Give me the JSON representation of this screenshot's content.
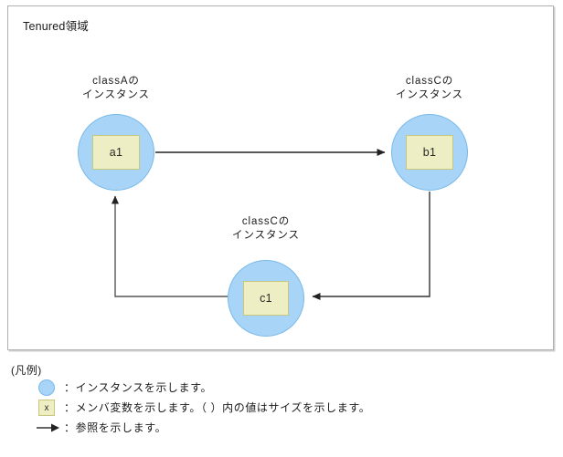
{
  "region": {
    "title": "Tenured領域"
  },
  "nodes": [
    {
      "id": "a1",
      "caption_line1": "classAの",
      "caption_line2": "インスタンス",
      "member": "a1"
    },
    {
      "id": "b1",
      "caption_line1": "classCの",
      "caption_line2": "インスタンス",
      "member": "b1"
    },
    {
      "id": "c1",
      "caption_line1": "classCの",
      "caption_line2": "インスタンス",
      "member": "c1"
    }
  ],
  "legend": {
    "title": "(凡例)",
    "items": [
      {
        "glyph": "instance-circle",
        "text": "：インスタンスを示します。"
      },
      {
        "glyph": "member-square",
        "glyph_label": "x",
        "text": "：メンバ変数を示します。（ ）内の値はサイズを示します。"
      },
      {
        "glyph": "reference-arrow",
        "text": "：参照を示します。"
      }
    ]
  },
  "colors": {
    "instance_fill": "#a8d4f7",
    "instance_stroke": "#79b9e8",
    "member_fill": "#eeeec4",
    "member_stroke": "#c8c87c",
    "connector": "#333333",
    "region_border": "#b0b0b0"
  }
}
